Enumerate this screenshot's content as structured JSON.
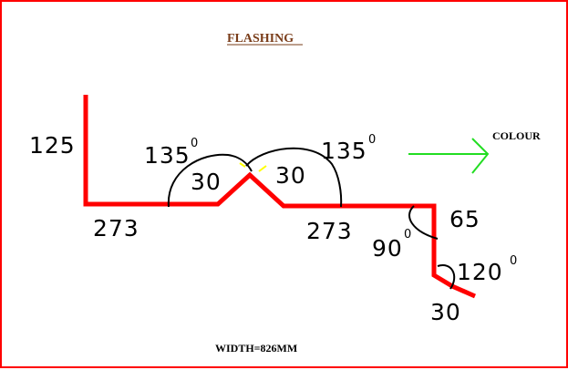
{
  "title": "FLASHING",
  "colour_label": "COLOUR",
  "width_label": "WIDTH=826MM",
  "segments": {
    "left_vertical": "125",
    "left_bottom": "273",
    "left_slope": "30",
    "right_slope": "30",
    "right_bottom": "273",
    "drop": "65",
    "end_lip": "30"
  },
  "angles": {
    "left_ridge": "135",
    "right_ridge": "135",
    "right_corner": "90",
    "lower_corner": "120",
    "degree_mark": "0"
  },
  "colors": {
    "profile": "#ff0000",
    "arrow": "#22dd22",
    "border": "#ff0000",
    "title": "#7a3d1a",
    "highlight": "#ffff00"
  }
}
